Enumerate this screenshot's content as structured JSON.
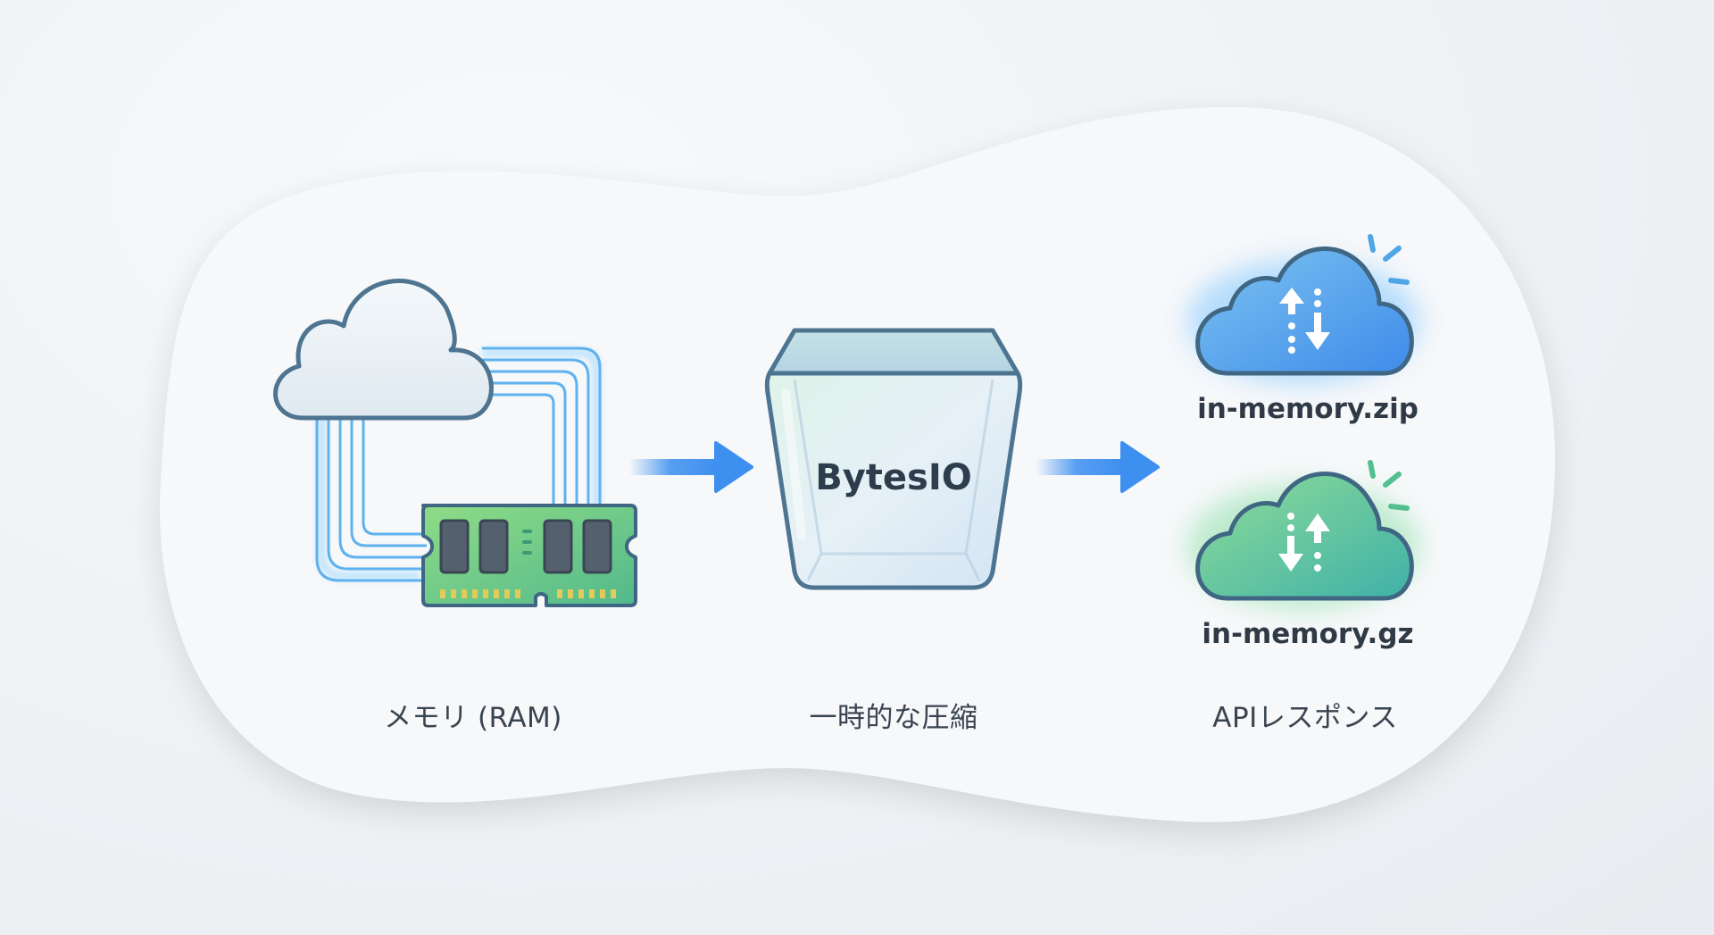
{
  "diagram": {
    "title": "",
    "stages": [
      {
        "id": "memory",
        "caption": "メモリ (RAM)",
        "icons": [
          "cloud-icon",
          "ram-module-icon",
          "connection-lines"
        ]
      },
      {
        "id": "compression",
        "caption": "一時的な圧縮",
        "container_label": "BytesIO",
        "icons": [
          "glass-container-icon"
        ]
      },
      {
        "id": "api-response",
        "caption": "APIレスポンス",
        "outputs": [
          {
            "filename": "in-memory.zip",
            "icon": "cloud-transfer-icon",
            "color": "#4f9be8"
          },
          {
            "filename": "in-memory.gz",
            "icon": "cloud-transfer-icon",
            "color": "#4fbf9a"
          }
        ]
      }
    ],
    "flow_arrows": [
      {
        "from": "memory",
        "to": "compression"
      },
      {
        "from": "compression",
        "to": "api-response"
      }
    ],
    "colors": {
      "outline": "#3f6783",
      "arrow": "#3d8ff0",
      "wire": "#63b6f2",
      "ram_board": "#6ccf8a",
      "chip": "#4a5563",
      "pins": "#e3cb5a",
      "text": "#3a4450"
    }
  }
}
